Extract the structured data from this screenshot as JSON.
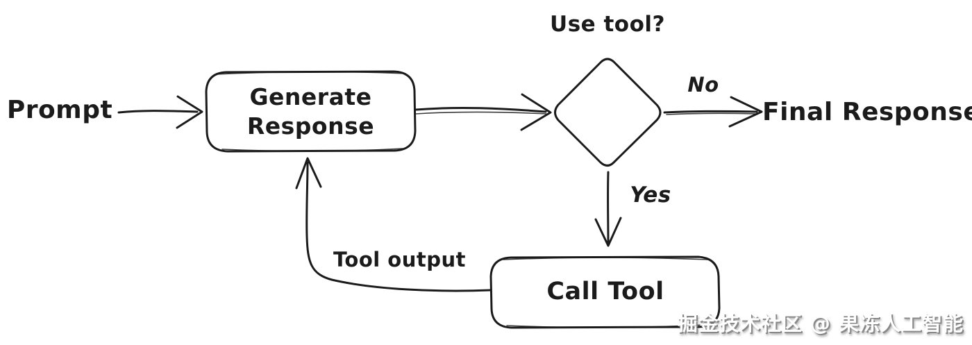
{
  "diagram": {
    "nodes": {
      "prompt": {
        "label": "Prompt",
        "type": "text"
      },
      "generate_response": {
        "label": "Generate Response",
        "type": "process",
        "fill": "#d6e9f6"
      },
      "use_tool": {
        "label": "Use tool?",
        "type": "decision",
        "fill": "#fbd7a3"
      },
      "call_tool": {
        "label": "Call Tool",
        "type": "process",
        "fill": "#fcf6dc"
      },
      "final_response": {
        "label": "Final Response",
        "type": "text"
      }
    },
    "edges": [
      {
        "from": "prompt",
        "to": "generate_response",
        "label": ""
      },
      {
        "from": "generate_response",
        "to": "use_tool",
        "label": ""
      },
      {
        "from": "use_tool",
        "to": "final_response",
        "label": "No"
      },
      {
        "from": "use_tool",
        "to": "call_tool",
        "label": "Yes"
      },
      {
        "from": "call_tool",
        "to": "generate_response",
        "label": "Tool output"
      }
    ],
    "watermark": "掘金技术社区 @ 果冻人工智能",
    "colors": {
      "stroke": "#1b1b1b",
      "process_blue": "#d6e9f6",
      "decision_orange": "#fbd7a3",
      "process_yellow": "#fcf6dc",
      "background": "#ffffff"
    }
  }
}
